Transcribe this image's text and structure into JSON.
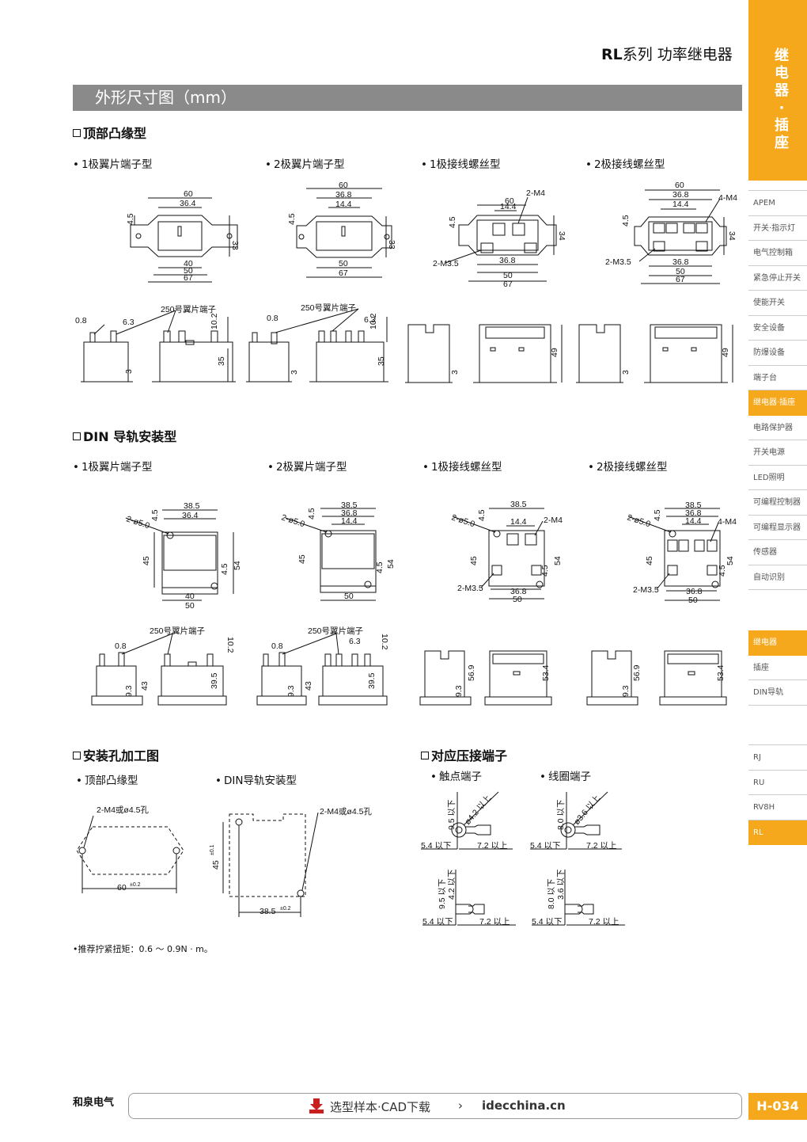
{
  "header": {
    "series": "RL",
    "title_rest": "系列 功率继电器"
  },
  "banner": "外形尺寸图（mm）",
  "sections": {
    "top_flange": "顶部凸缘型",
    "din": "DIN 导轨安装型",
    "mount_hole": "安装孔加工图",
    "crimp": "对应压接端子"
  },
  "subtitles": {
    "tf1": "1极翼片端子型",
    "tf2": "2极翼片端子型",
    "tf3": "1极接线螺丝型",
    "tf4": "2极接线螺丝型",
    "din1": "1极翼片端子型",
    "din2": "2极翼片端子型",
    "din3": "1极接线螺丝型",
    "din4": "2极接线螺丝型",
    "mh1": "顶部凸缘型",
    "mh2": "DIN导轨安装型",
    "cr1": "触点端子",
    "cr2": "线圈端子"
  },
  "dims": {
    "d60": "60",
    "d36_4": "36.4",
    "d36_8": "36.8",
    "d14_4": "14.4",
    "d4_5": "4.5",
    "d33": "33",
    "d34": "34",
    "d40": "40",
    "d50": "50",
    "d67": "67",
    "m4": "2-M4",
    "m4_4": "4-M4",
    "m35": "2-M3.5",
    "d0_8": "0.8",
    "d6_3": "6.3",
    "d10_2": "10.2",
    "d3": "3",
    "d35": "35",
    "d49": "49",
    "tab250": "250号翼片端子",
    "d38_5": "38.5",
    "phi5": "2-ø5.0",
    "d45": "45",
    "d54": "54",
    "d9_3": "9.3",
    "d43": "43",
    "d39_5": "39.5",
    "d56_9": "56.9",
    "d53_4": "53.4",
    "hole_label": "2-M4或ø4.5孔",
    "mh60": "60",
    "tol": "±0.2",
    "mh45": "45",
    "tol1": "±0.1",
    "mh38_5": "38.5",
    "c95": "9.5 以下",
    "c80": "8.0 以下",
    "phi42": "ø4.2 以上",
    "phi36": "ø3.6 以上",
    "c54": "5.4 以下",
    "c72": "7.2 以上",
    "c42": "4.2 以下",
    "c36": "3.6 以下"
  },
  "note": "•推荐拧紧扭矩：0.6 ～ 0.9N · m。",
  "sidebar": {
    "head": [
      "继",
      "电",
      "器",
      "·",
      "插",
      "座"
    ],
    "items": [
      "APEM",
      "开关·指示灯",
      "电气控制箱",
      "紧急停止开关",
      "使能开关",
      "安全设备",
      "防爆设备",
      "端子台",
      "继电器·插座",
      "电路保护器",
      "开关电源",
      "LED照明",
      "可编程控制器",
      "可编程显示器",
      "传感器",
      "自动识别"
    ],
    "active_index": 8,
    "sub_items": [
      "继电器",
      "插座",
      "DIN导轨"
    ],
    "sub_active": 0,
    "series_items": [
      "RJ",
      "RU",
      "RV8H",
      "RL"
    ],
    "series_active": 3
  },
  "footer": {
    "logo": "和泉电气",
    "download": "选型样本·CAD下载",
    "arrow": "›",
    "url": "idecchina.cn",
    "page": "H-034"
  },
  "colors": {
    "accent": "#f5a81c",
    "banner": "#8a8a8a"
  }
}
